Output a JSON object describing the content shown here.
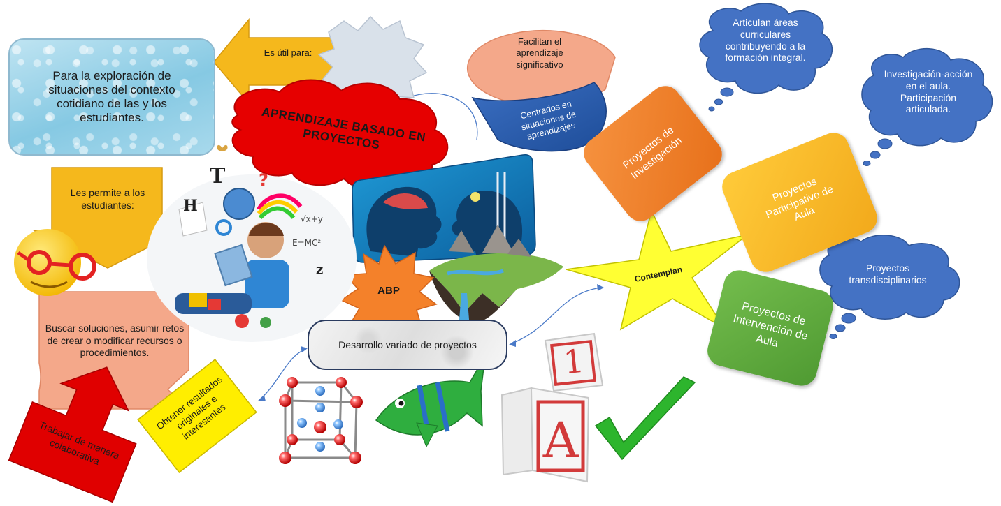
{
  "title": "APRENDIZAJE BASADO EN PROYECTOS",
  "acronym": "ABP",
  "arrow_useful_label": "Es útil para:",
  "exploration_text": "Para la exploración de situaciones del contexto cotidiano de las y los estudiantes.",
  "allows_students_label": "Les permite a los estudiantes:",
  "search_solutions_text": "Buscar soluciones, asumir retos de crear o modificar recursos o procedimientos.",
  "work_collab_text": "Trabajar de manera colaborativa",
  "get_results_text": "Obtener resultados originales e interesantes",
  "development_text": "Desarrollo variado de proyectos",
  "facilitate_text": "Facilitan el aprendizaje significativo",
  "centered_text": "Centrados en situaciones de aprendizajes",
  "contemplate_text": "Contemplan",
  "project_cards": [
    {
      "label": "Proyectos de Investigación"
    },
    {
      "label": "Proyectos Participativo de Aula"
    },
    {
      "label": "Proyectos de Intervención de Aula"
    }
  ],
  "clouds": [
    {
      "text": "Articulan áreas curriculares contribuyendo a la formación integral."
    },
    {
      "text": "Investigación-acción en el aula. Participación articulada."
    },
    {
      "text": "Proyectos transdisciplinarios"
    }
  ],
  "block_letters": [
    "1",
    "A"
  ],
  "colors": {
    "title_fill": "#e60000",
    "orange_card": "#f07f23",
    "yellow_card": "#f5b324",
    "green_card": "#5fac3d",
    "cloud_blue": "#4472c4",
    "star_yellow": "#ffff33",
    "abp_orange": "#f4812a",
    "arrow_yellow": "#f5b81c",
    "salmon": "#f4a88a",
    "red_arrow": "#e00000",
    "centered_blue": "#2e5aa8",
    "check_green": "#2db52d"
  }
}
